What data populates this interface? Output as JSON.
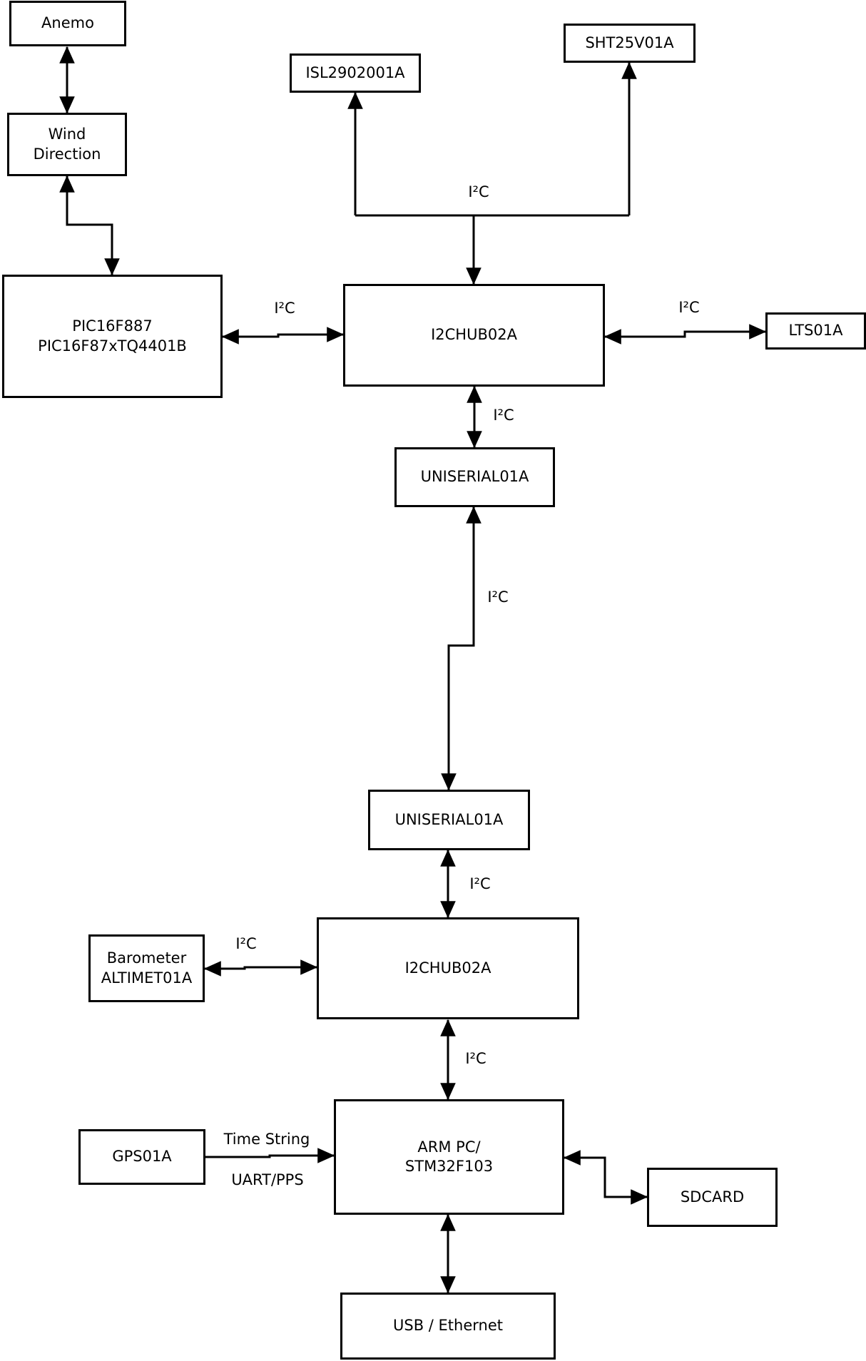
{
  "colors": {
    "background": "#ffffff",
    "line": "#000000",
    "text": "#000000"
  },
  "nodes": {
    "anemo": {
      "label": "Anemo"
    },
    "wind_direction": {
      "label": "Wind\nDirection"
    },
    "pic": {
      "label": "PIC16F887\nPIC16F87xTQ4401B"
    },
    "isl": {
      "label": "ISL2902001A"
    },
    "sht": {
      "label": "SHT25V01A"
    },
    "i2chub_top": {
      "label": "I2CHUB02A"
    },
    "lts": {
      "label": "LTS01A"
    },
    "uniserial_top": {
      "label": "UNISERIAL01A"
    },
    "uniserial_bottom": {
      "label": "UNISERIAL01A"
    },
    "i2chub_bottom": {
      "label": "I2CHUB02A"
    },
    "barometer": {
      "label": "Barometer\nALTIMET01A"
    },
    "arm_pc": {
      "label": "ARM PC/\nSTM32F103"
    },
    "gps": {
      "label": "GPS01A"
    },
    "sdcard": {
      "label": "SDCARD"
    },
    "usb_ethernet": {
      "label": "USB / Ethernet"
    }
  },
  "edge_labels": {
    "bus_i2c": "I²C",
    "pic_hub": "I²C",
    "hub_lts": "I²C",
    "hub_uni1": "I²C",
    "uni_uni": "I²C",
    "uni2_hub2": "I²C",
    "baro_hub2": "I²C",
    "hub2_arm": "I²C",
    "gps_time": "Time String",
    "gps_uart": "UART/PPS"
  }
}
